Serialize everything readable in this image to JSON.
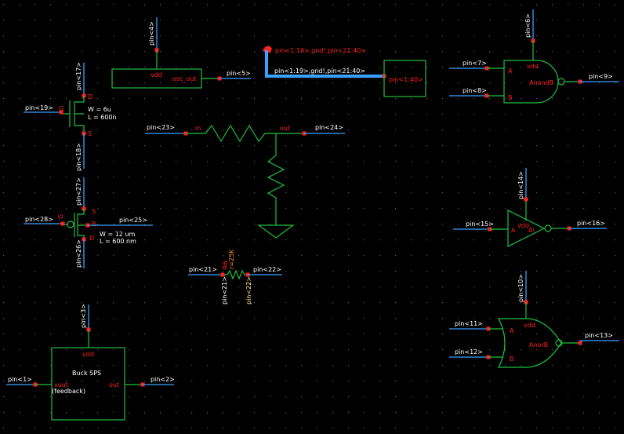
{
  "colors": {
    "background": "#000000",
    "wire": "#3aa0ff",
    "device": "#1fbf3f",
    "pin": "#ff2020",
    "label": "#ffffff",
    "grid": "#5a5a5a"
  },
  "pins": {
    "p4": "pin<4>",
    "p5": "pin<5>",
    "bus_top": "pin<1:19>,gnd!,pin<21:40>",
    "bus_lower": "pin<1:19>,gnd!,pin<21:40>",
    "p140": "pin<1:40>",
    "p17": "pin<17>",
    "p19": "pin<19>",
    "p18": "pin<18>",
    "p23": "pin<23>",
    "p24": "pin<24>",
    "p27": "pin<27>",
    "p28": "pin<28>",
    "p25": "pin<25>",
    "p26": "pin<26>",
    "p21": "pin<21>",
    "p22": "pin<22>",
    "p21v": "pin<21>",
    "p22v": "pin<22>",
    "p3": "pin<3>",
    "p1": "pin<1>",
    "p2": "pin<2>",
    "p6": "pin<6>",
    "p7": "pin<7>",
    "p8": "pin<8>",
    "p9": "pin<9>",
    "p14": "pin<14>",
    "p15": "pin<15>",
    "p16": "pin<16>",
    "p10": "pin<10>",
    "p11": "pin<11>",
    "p12": "pin<12>",
    "p13": "pin<13>"
  },
  "osc": {
    "vdd": "vdd",
    "out": "osc_out"
  },
  "nmos": {
    "d": "D",
    "g": "G",
    "s": "S",
    "w": "W = 6u",
    "l": "L = 600n"
  },
  "pmos": {
    "s": "S",
    "g": "G",
    "b": "B",
    "d": "D",
    "w": "W = 12 um",
    "l": "L = 600 nm"
  },
  "resistor": {
    "in": "in",
    "out": "out"
  },
  "small_res": {
    "name": "R6",
    "value": "r=25K"
  },
  "buck": {
    "vdd": "vdd",
    "title": "Buck SPS",
    "vout": "vout",
    "feedback": "(feedback)",
    "out": "out"
  },
  "and_gate": {
    "vdd": "vdd",
    "a": "A",
    "b": "B",
    "name": "AnandB"
  },
  "inv_gate": {
    "vdd": "vdd",
    "a": "A",
    "name": "A\\"
  },
  "nor_gate": {
    "vdd": "vdd",
    "a": "A",
    "b": "B",
    "name": "AnorB"
  }
}
